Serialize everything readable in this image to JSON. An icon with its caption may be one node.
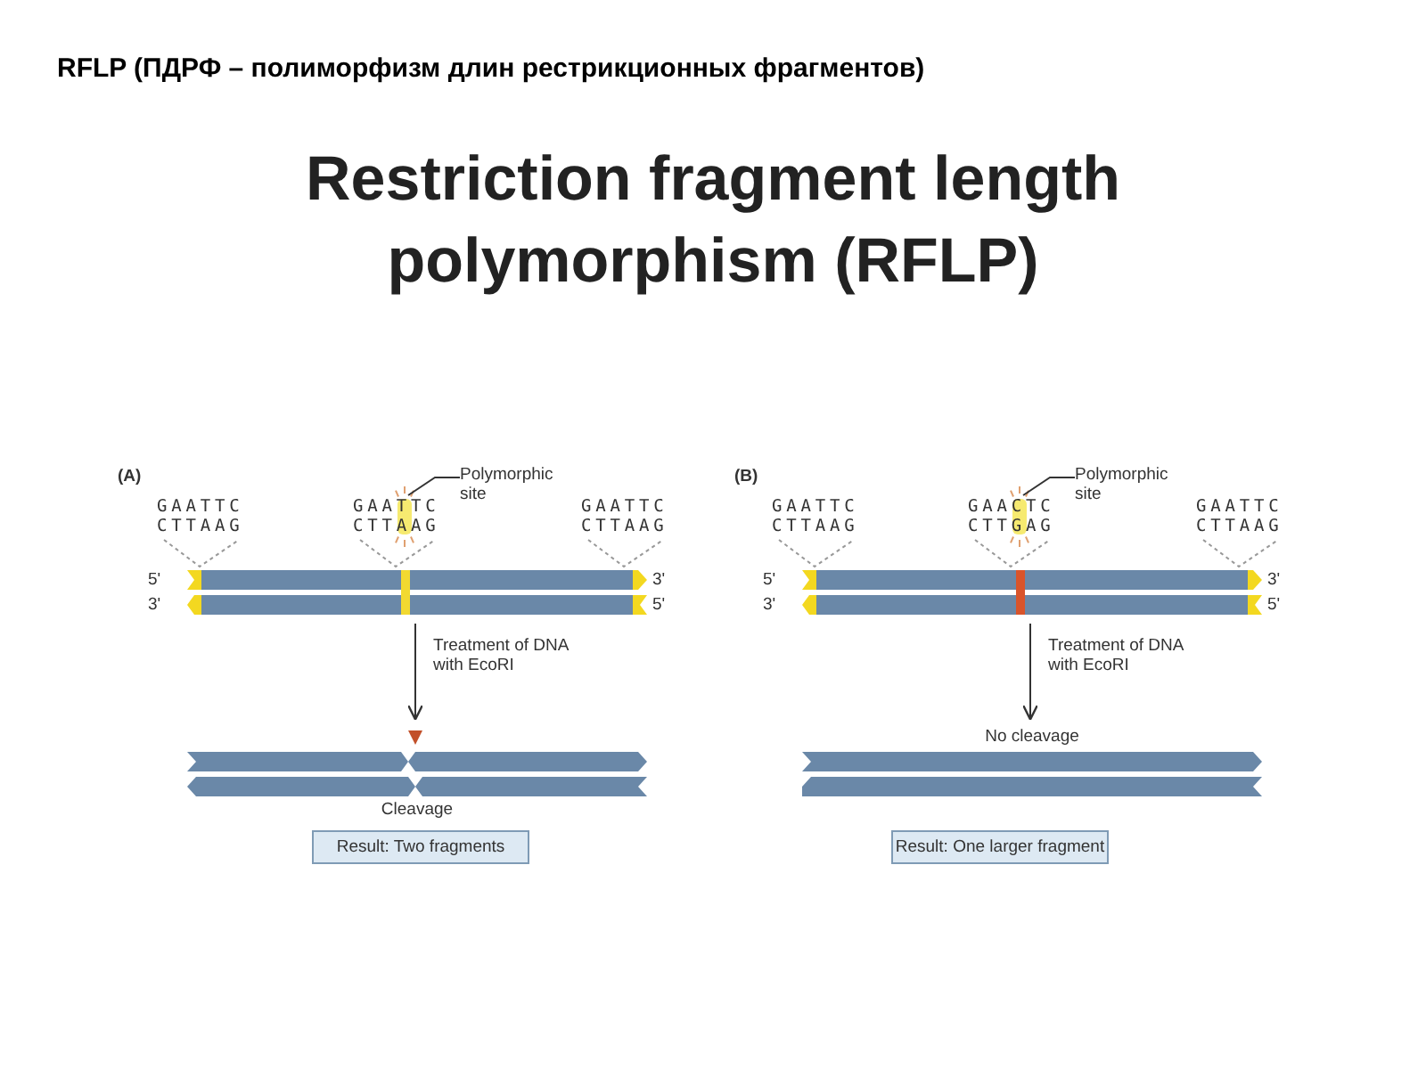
{
  "diagram": {
    "title": "Restriction fragment length polymorphism (RFLP)",
    "nodes": [
      {
        "text": [
          "GAATTC CTTAAG"
        ]
      },
      {
        "text": [
          "GAATTC CTTAAG"
        ]
      },
      {
        "text": [
          "GAATTC CTTAAG"
        ]
      },
      {
        "text": [
          "Polymorphic site"
        ]
      },
      {
        "text": [],
        "shape": "bar",
        "beside": [
          "5'",
          "3'",
          "3'",
          "5'"
        ]
      },
      {
        "text": [],
        "shape": "bar",
        "beside": [
          "Cleavage"
        ]
      },
      {
        "text": [
          "Result: Two fragments"
        ]
      },
      {
        "text": [
          "GAATTC CTTAAG"
        ]
      },
      {
        "text": [
          "GAACTC CTTGAG"
        ]
      },
      {
        "text": [
          "GAATTC CTTAAG"
        ]
      },
      {
        "text": [
          "Polymorphic site"
        ]
      },
      {
        "text": [],
        "shape": "bar",
        "beside": [
          "5'",
          "3'",
          "3'",
          "5'"
        ]
      },
      {
        "text": [],
        "shape": "bar",
        "beside": [
          "No cleavage"
        ]
      },
      {
        "text": [
          "Result: One larger fragment"
        ]
      }
    ],
    "edges": [
      {
        "from": 0,
        "to": 4,
        "arrow": "none",
        "style": "dashed"
      },
      {
        "from": 1,
        "to": 4,
        "arrow": "none",
        "style": "dashed"
      },
      {
        "from": 2,
        "to": 4,
        "arrow": "none",
        "style": "dashed"
      },
      {
        "from": 3,
        "to": 1,
        "arrow": "none",
        "color": "#333333"
      },
      {
        "from": 4,
        "to": 5,
        "arrow": "to",
        "label": "Treatment of DNA with EcoRI",
        "color": "#333333"
      },
      {
        "from": 7,
        "to": 11,
        "arrow": "none",
        "style": "dashed"
      },
      {
        "from": 8,
        "to": 11,
        "arrow": "none",
        "style": "dashed"
      },
      {
        "from": 9,
        "to": 11,
        "arrow": "none",
        "style": "dashed"
      },
      {
        "from": 10,
        "to": 8,
        "arrow": "none",
        "color": "#333333"
      },
      {
        "from": 11,
        "to": 12,
        "arrow": "to",
        "label": "Treatment of DNA with EcoRI",
        "color": "#333333"
      }
    ],
    "labels": [
      "RFLP  (ПДРФ – полиморфизм длин рестрикционных фрагментов)",
      "(A)",
      "(B)"
    ]
  }
}
